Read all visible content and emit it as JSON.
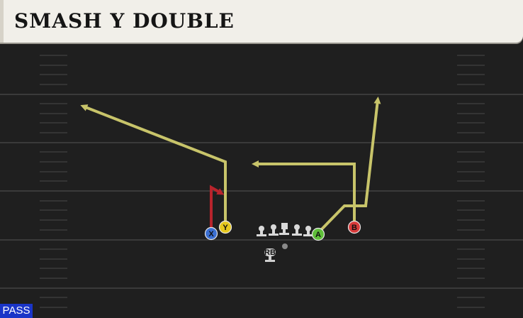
{
  "play": {
    "title": "SMASH Y DOUBLE",
    "type_badge": "PASS"
  },
  "players": [
    {
      "id": "X",
      "label": "X",
      "color": "#3b6fd1",
      "text_color": "#101010"
    },
    {
      "id": "Y",
      "label": "Y",
      "color": "#e6c81e",
      "text_color": "#101010"
    },
    {
      "id": "A",
      "label": "A",
      "color": "#5fbf3a",
      "text_color": "#101010"
    },
    {
      "id": "B",
      "label": "B",
      "color": "#d83a3a",
      "text_color": "#101010"
    },
    {
      "id": "RB",
      "label": "RB",
      "color": "#cfcfcf",
      "text_color": "#101010"
    }
  ],
  "colors": {
    "field": "#1f1f1f",
    "yard_line": "#3a3a3a",
    "hash": "#3c3c3c",
    "route_primary": "#c8c46a",
    "route_option": "#b8242c",
    "lineman": "#d9d9d9",
    "badge": "#1a35c8"
  }
}
